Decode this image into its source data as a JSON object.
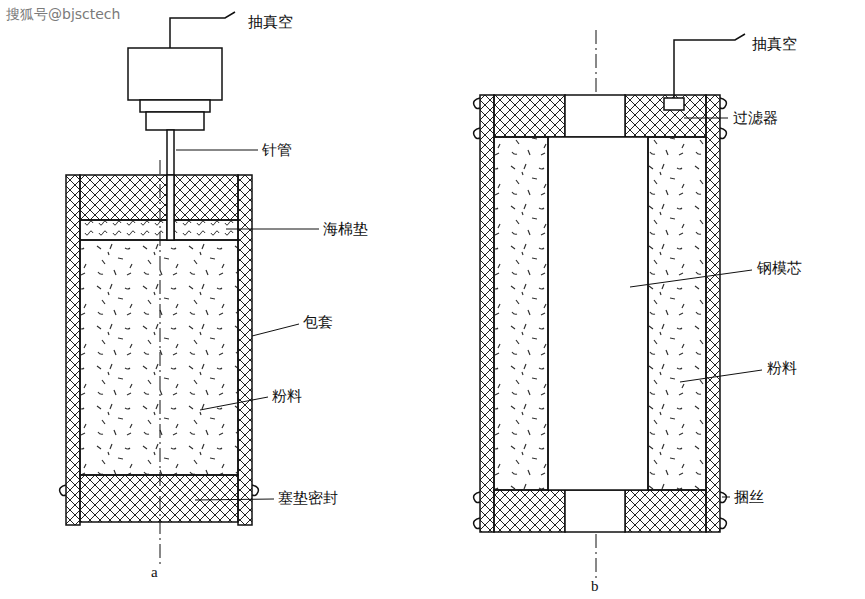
{
  "diagram": {
    "labels": [
      "搜狐号@bjsctech",
      "抽真空",
      "针管",
      "海棉垫",
      "包套",
      "粉料",
      "塞垫密封",
      "a",
      "抽真空",
      "过滤器",
      "钢模芯",
      "粉料",
      "捆丝",
      "b"
    ]
  }
}
